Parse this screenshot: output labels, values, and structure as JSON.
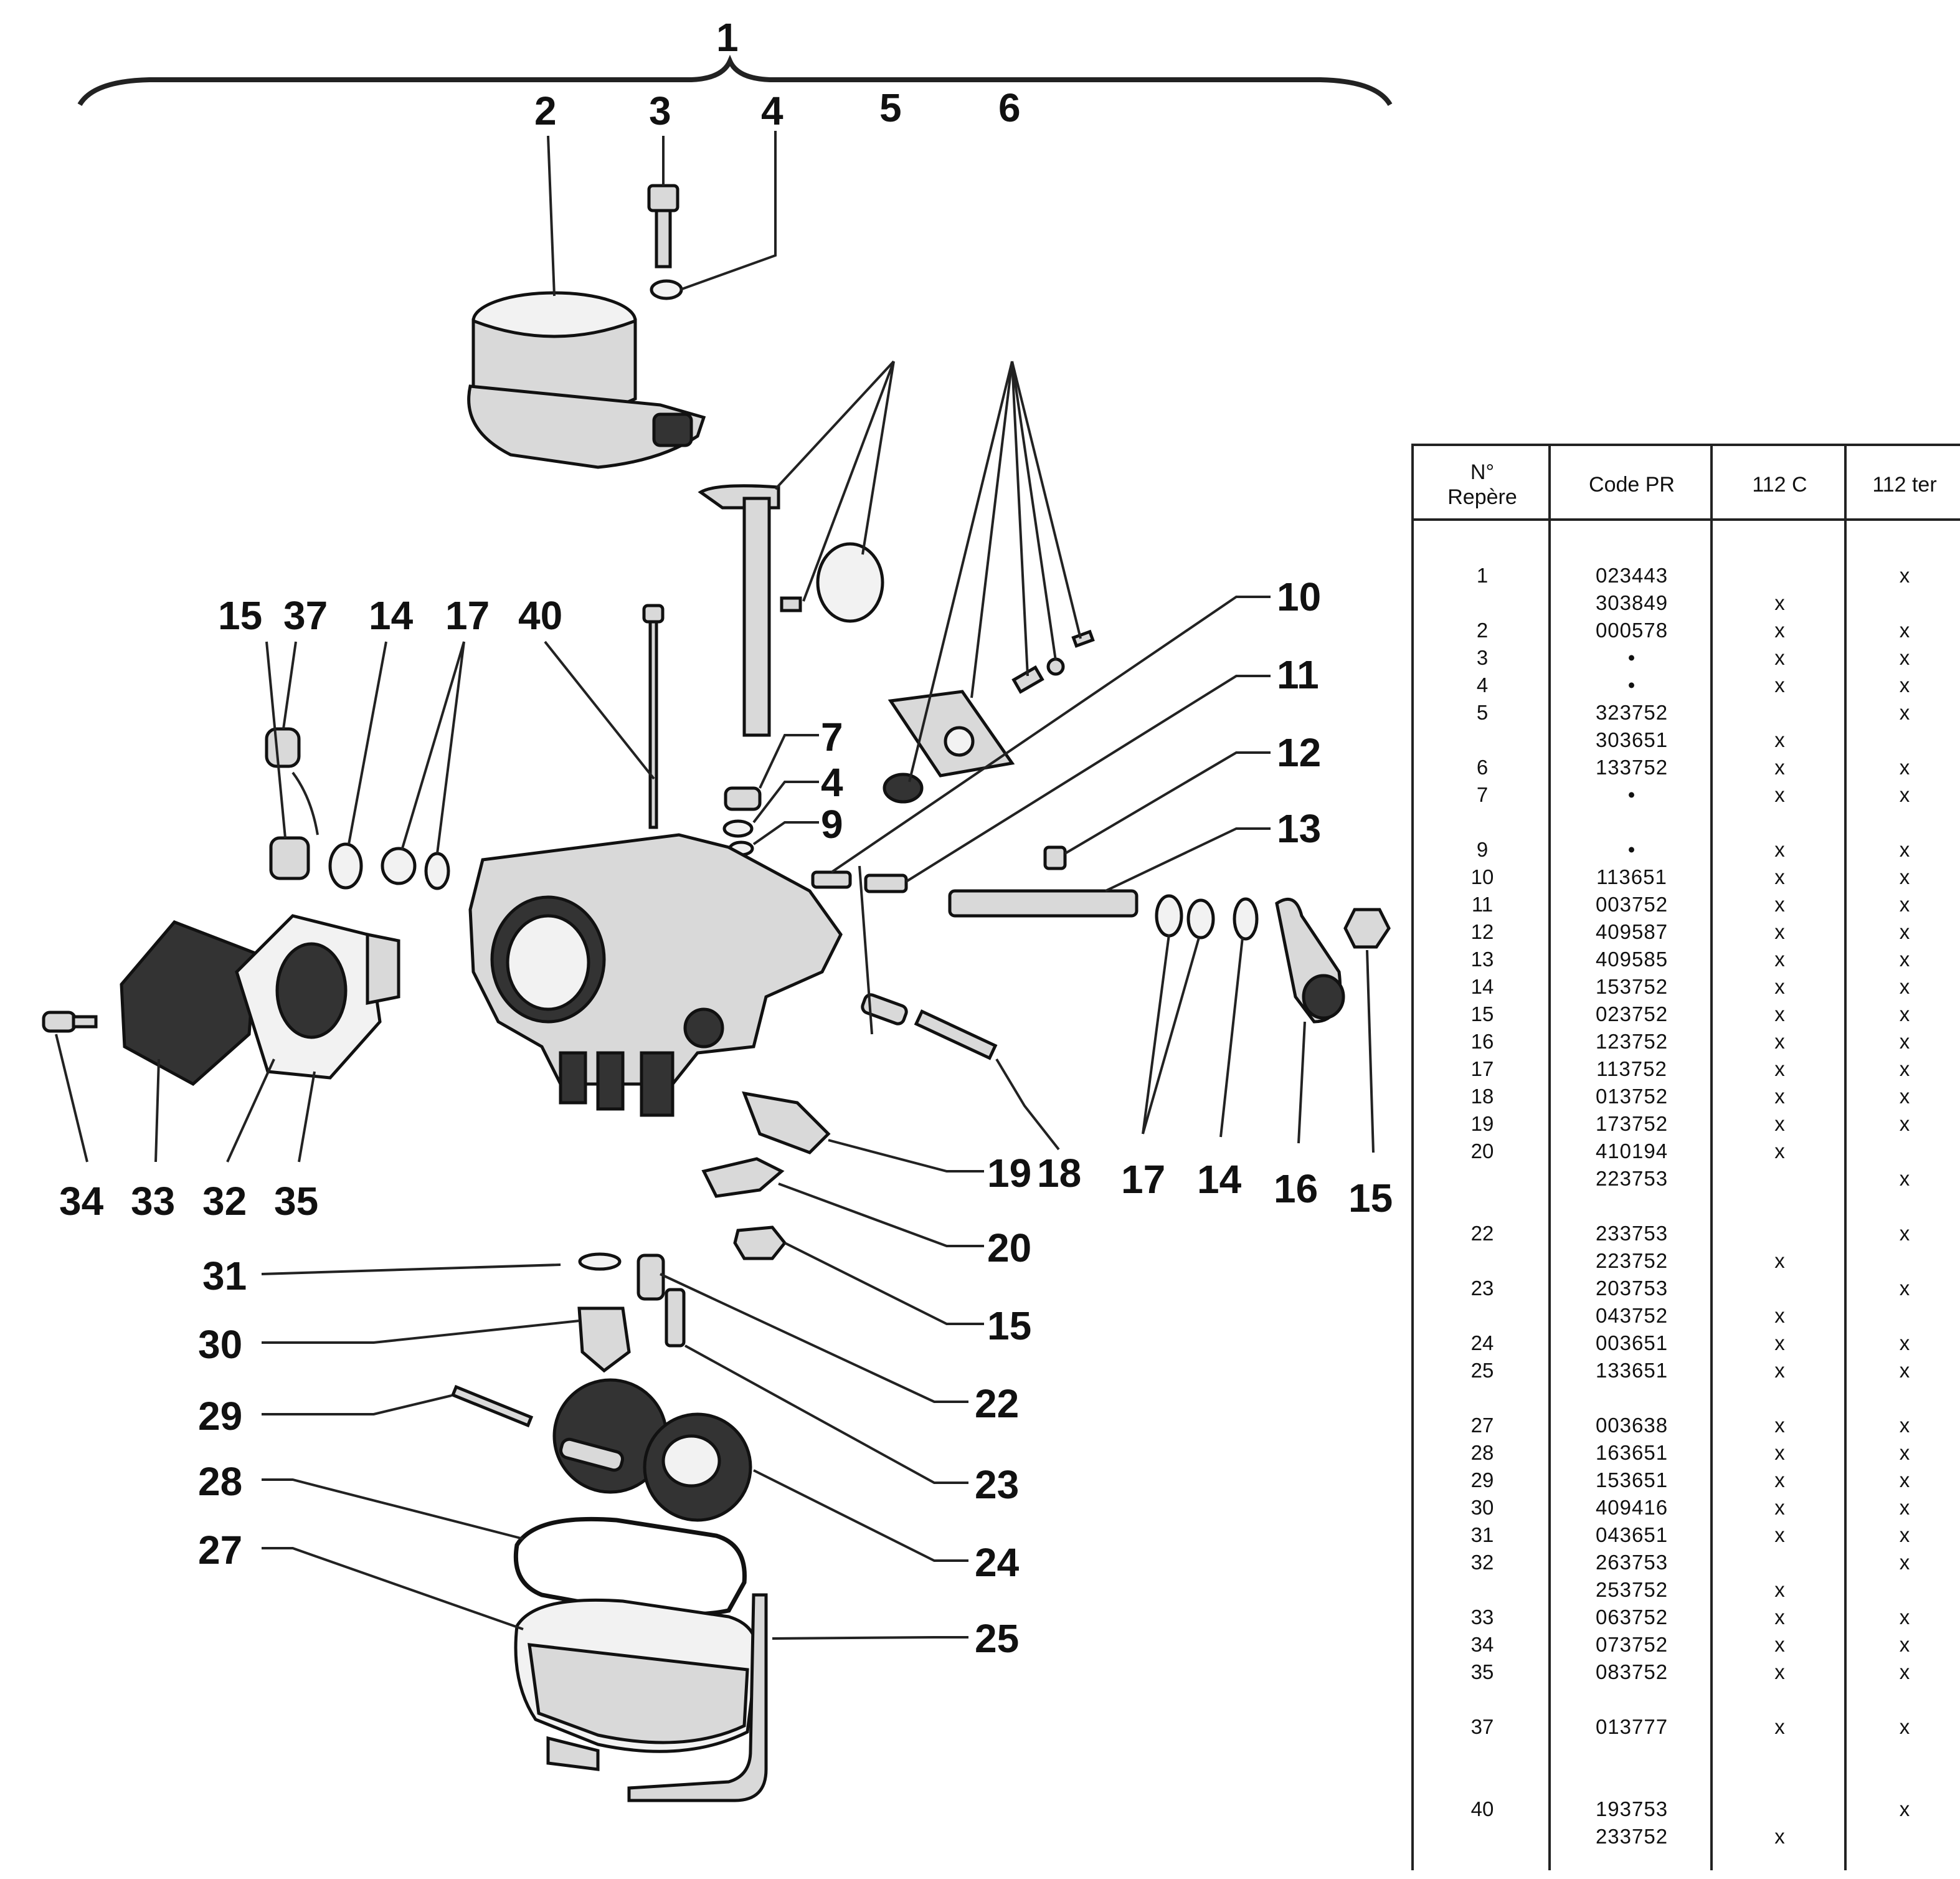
{
  "diagram": {
    "callouts": [
      "1",
      "2",
      "3",
      "4",
      "5",
      "6",
      "15",
      "37",
      "14",
      "17",
      "40",
      "10",
      "11",
      "12",
      "7",
      "4",
      "9",
      "13",
      "34",
      "33",
      "32",
      "35",
      "17",
      "14",
      "16",
      "15",
      "19",
      "18",
      "20",
      "31",
      "15",
      "30",
      "22",
      "29",
      "23",
      "28",
      "24",
      "27",
      "25"
    ]
  },
  "table": {
    "headers": [
      "N°\nRepère",
      "Code PR",
      "112 C",
      "112 ter"
    ],
    "rows": [
      [
        "1",
        "023443",
        "",
        "x"
      ],
      [
        "",
        "303849",
        "x",
        ""
      ],
      [
        "2",
        "000578",
        "x",
        "x"
      ],
      [
        "3",
        "•",
        "x",
        "x"
      ],
      [
        "4",
        "•",
        "x",
        "x"
      ],
      [
        "5",
        "323752",
        "",
        "x"
      ],
      [
        "",
        "303651",
        "x",
        ""
      ],
      [
        "6",
        "133752",
        "x",
        "x"
      ],
      [
        "7",
        "•",
        "x",
        "x"
      ],
      [
        "",
        "",
        "",
        ""
      ],
      [
        "9",
        "•",
        "x",
        "x"
      ],
      [
        "10",
        "113651",
        "x",
        "x"
      ],
      [
        "11",
        "003752",
        "x",
        "x"
      ],
      [
        "12",
        "409587",
        "x",
        "x"
      ],
      [
        "13",
        "409585",
        "x",
        "x"
      ],
      [
        "14",
        "153752",
        "x",
        "x"
      ],
      [
        "15",
        "023752",
        "x",
        "x"
      ],
      [
        "16",
        "123752",
        "x",
        "x"
      ],
      [
        "17",
        "113752",
        "x",
        "x"
      ],
      [
        "18",
        "013752",
        "x",
        "x"
      ],
      [
        "19",
        "173752",
        "x",
        "x"
      ],
      [
        "20",
        "410194",
        "x",
        ""
      ],
      [
        "",
        "223753",
        "",
        "x"
      ],
      [
        "",
        "",
        "",
        ""
      ],
      [
        "22",
        "233753",
        "",
        "x"
      ],
      [
        "",
        "223752",
        "x",
        ""
      ],
      [
        "23",
        "203753",
        "",
        "x"
      ],
      [
        "",
        "043752",
        "x",
        ""
      ],
      [
        "24",
        "003651",
        "x",
        "x"
      ],
      [
        "25",
        "133651",
        "x",
        "x"
      ],
      [
        "",
        "",
        "",
        ""
      ],
      [
        "27",
        "003638",
        "x",
        "x"
      ],
      [
        "28",
        "163651",
        "x",
        "x"
      ],
      [
        "29",
        "153651",
        "x",
        "x"
      ],
      [
        "30",
        "409416",
        "x",
        "x"
      ],
      [
        "31",
        "043651",
        "x",
        "x"
      ],
      [
        "32",
        "263753",
        "",
        "x"
      ],
      [
        "",
        "253752",
        "x",
        ""
      ],
      [
        "33",
        "063752",
        "x",
        "x"
      ],
      [
        "34",
        "073752",
        "x",
        "x"
      ],
      [
        "35",
        "083752",
        "x",
        "x"
      ],
      [
        "",
        "",
        "",
        ""
      ],
      [
        "37",
        "013777",
        "x",
        "x"
      ],
      [
        "",
        "",
        "",
        ""
      ],
      [
        "",
        "",
        "",
        ""
      ],
      [
        "40",
        "193753",
        "",
        "x"
      ],
      [
        "",
        "233752",
        "x",
        ""
      ]
    ]
  }
}
